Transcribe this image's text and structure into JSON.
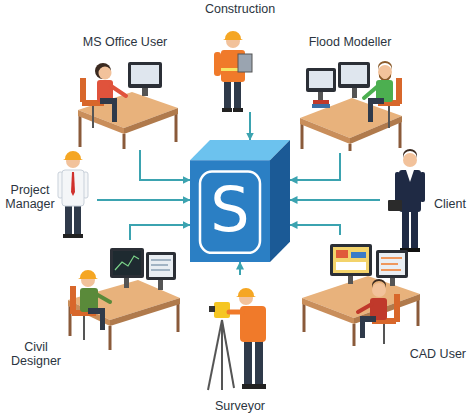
{
  "diagram": {
    "nodes": [
      {
        "text": [
          "Construction"
        ]
      },
      {
        "text": [
          "MS Office User"
        ]
      },
      {
        "text": [
          "Flood Modeller"
        ]
      },
      {
        "text": [
          "Project Manager"
        ]
      },
      {
        "text": [
          "S"
        ]
      },
      {
        "text": [
          "Client"
        ]
      },
      {
        "text": [
          "Civil Designer"
        ]
      },
      {
        "text": [
          "CAD User"
        ]
      },
      {
        "text": [
          "Surveyor"
        ]
      }
    ],
    "edges": [
      {
        "from": 0,
        "to": 4,
        "arrow": "to"
      },
      {
        "from": 1,
        "to": 4,
        "arrow": "to"
      },
      {
        "from": 2,
        "to": 4,
        "arrow": "to"
      },
      {
        "from": 3,
        "to": 4,
        "arrow": "to"
      },
      {
        "from": 5,
        "to": 4,
        "arrow": "to"
      },
      {
        "from": 6,
        "to": 4,
        "arrow": "to"
      },
      {
        "from": 7,
        "to": 4,
        "arrow": "to"
      },
      {
        "from": 8,
        "to": 4,
        "arrow": "to"
      }
    ]
  }
}
